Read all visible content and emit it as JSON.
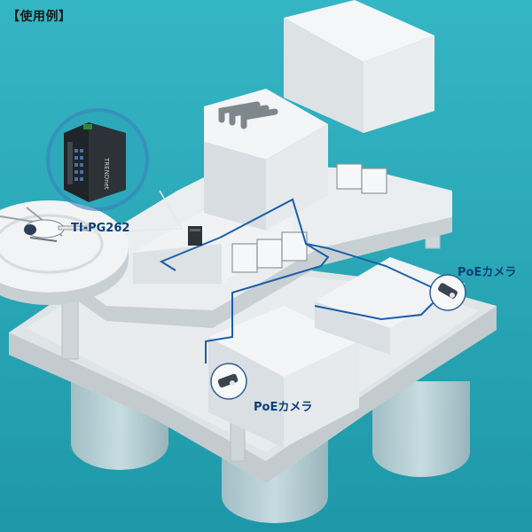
{
  "heading": "【使用例】",
  "product_model": "TI-PG262",
  "switch_brand": "TRENDnet",
  "camera_label_1": "PoEカメラ",
  "camera_label_2": "PoEカメラ",
  "colors": {
    "sea": "#2fb0bf",
    "platform": "#e9ecee",
    "shadow": "#c6cdd1",
    "cable": "#1c5fa8",
    "label_text": "#0b3e7a"
  },
  "icons": [
    "network-switch-icon",
    "poe-camera-icon",
    "helicopter-icon",
    "helipad-icon"
  ]
}
